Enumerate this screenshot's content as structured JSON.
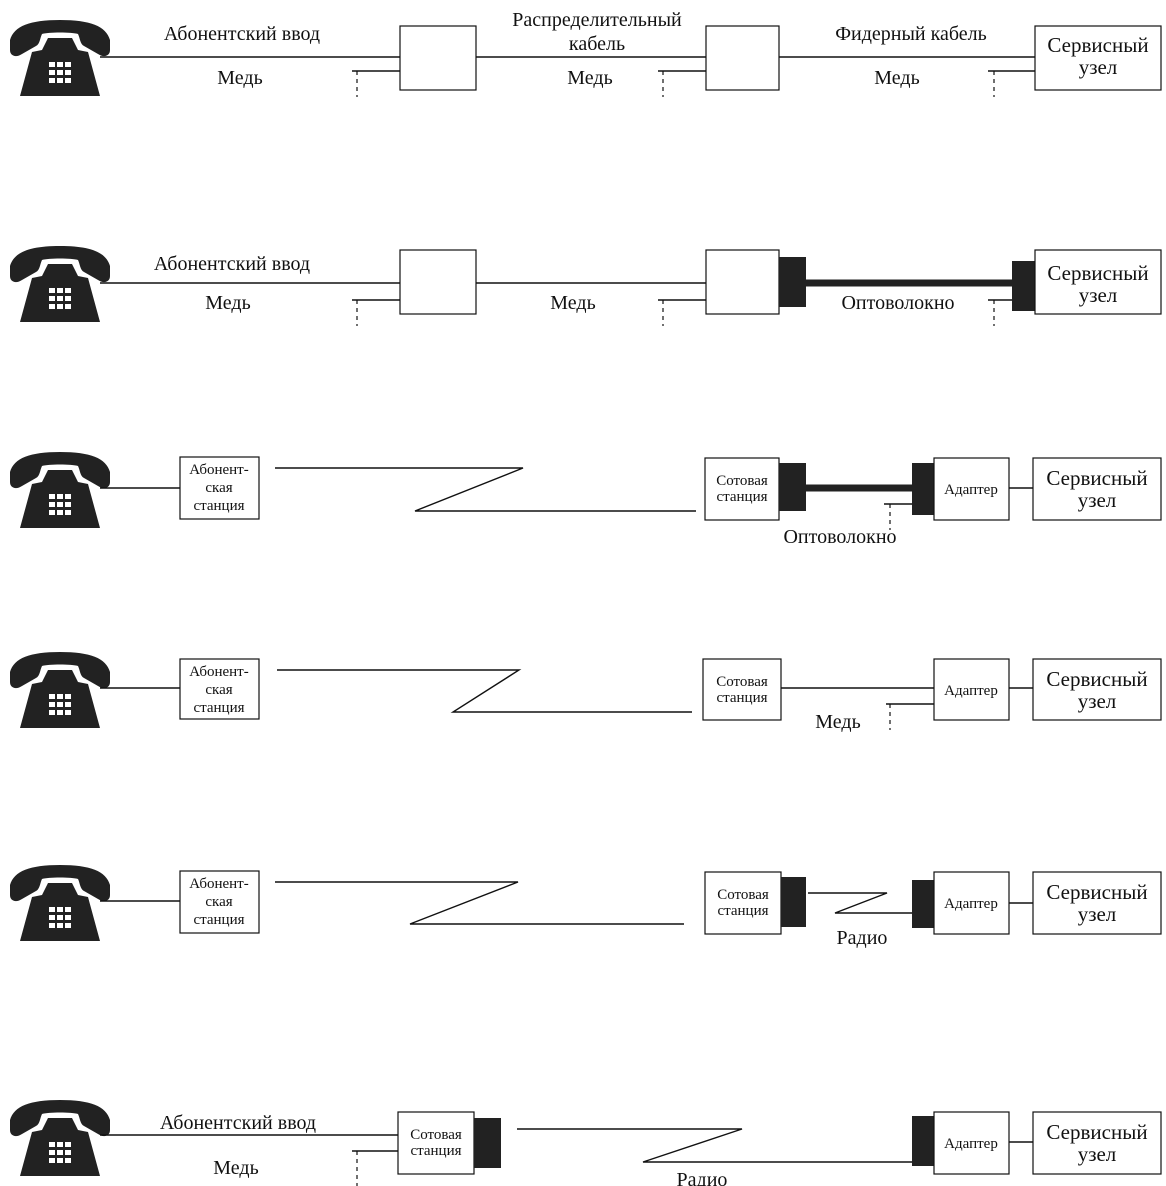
{
  "rows": [
    {
      "id": "row1",
      "labels": {
        "subscriber_input": "Абонентский ввод",
        "copper_1": "Медь",
        "distribution_cable_1": "Распределительный",
        "distribution_cable_2": "кабель",
        "copper_2": "Медь",
        "feeder_cable": "Фидерный кабель",
        "copper_3": "Медь",
        "service_node_1": "Сервисный",
        "service_node_2": "узел"
      }
    },
    {
      "id": "row2",
      "labels": {
        "subscriber_input": "Абонентский ввод",
        "copper_1": "Медь",
        "copper_2": "Медь",
        "fiber": "Оптоволокно",
        "service_node_1": "Сервисный",
        "service_node_2": "узел"
      }
    },
    {
      "id": "row3",
      "labels": {
        "sub_station_1": "Абонент-",
        "sub_station_2": "ская",
        "sub_station_3": "станция",
        "cell_station_1": "Сотовая",
        "cell_station_2": "станция",
        "fiber": "Оптоволокно",
        "adapter": "Адаптер",
        "service_node_1": "Сервисный",
        "service_node_2": "узел"
      }
    },
    {
      "id": "row4",
      "labels": {
        "sub_station_1": "Абонент-",
        "sub_station_2": "ская",
        "sub_station_3": "станция",
        "cell_station_1": "Сотовая",
        "cell_station_2": "станция",
        "copper": "Медь",
        "adapter": "Адаптер",
        "service_node_1": "Сервисный",
        "service_node_2": "узел"
      }
    },
    {
      "id": "row5",
      "labels": {
        "sub_station_1": "Абонент-",
        "sub_station_2": "ская",
        "sub_station_3": "станция",
        "cell_station_1": "Сотовая",
        "cell_station_2": "станция",
        "radio": "Радио",
        "adapter": "Адаптер",
        "service_node_1": "Сервисный",
        "service_node_2": "узел"
      }
    },
    {
      "id": "row6",
      "labels": {
        "subscriber_input": "Абонентский ввод",
        "copper": "Медь",
        "cell_station_1": "Сотовая",
        "cell_station_2": "станция",
        "radio": "Радио",
        "adapter": "Адаптер",
        "service_node_1": "Сервисный",
        "service_node_2": "узел"
      }
    }
  ],
  "icons": {
    "phone": "telephone-icon",
    "connector": "fiber-connector-block"
  }
}
